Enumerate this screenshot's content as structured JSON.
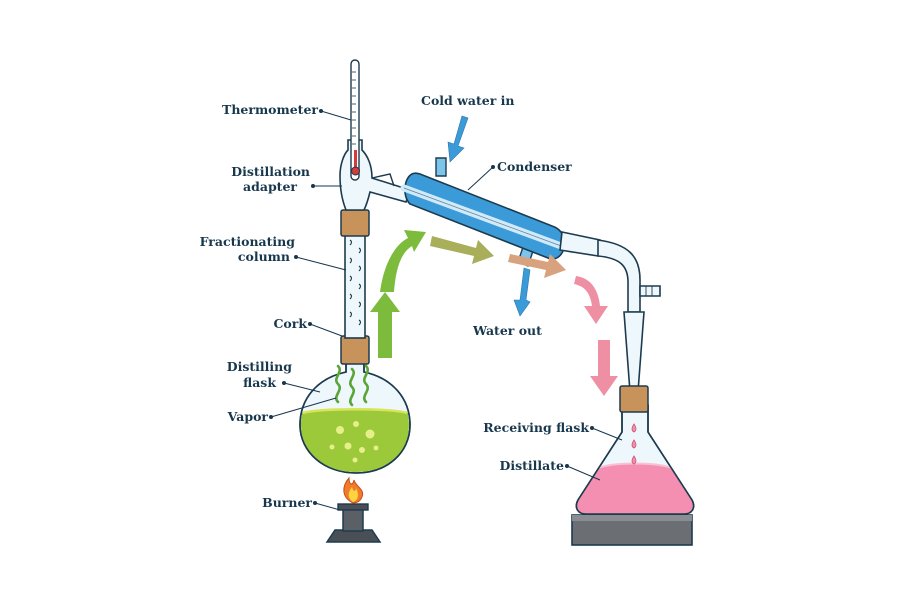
{
  "labels": {
    "thermometer": "Thermometer",
    "distillation_adapter_line1": "Distillation",
    "distillation_adapter_line2": "adapter",
    "fractionating_column_line1": "Fractionating",
    "fractionating_column_line2": "column",
    "cork": "Cork",
    "distilling_flask_line1": "Distilling",
    "distilling_flask_line2": "flask",
    "vapor": "Vapor",
    "burner": "Burner",
    "cold_water_in": "Cold water in",
    "condenser": "Condenser",
    "water_out": "Water out",
    "receiving_flask": "Receiving flask",
    "distillate": "Distillate"
  },
  "colors": {
    "outline": "#1d3b4f",
    "label_text": "#17374d",
    "glass_fill": "#eef7fb",
    "condenser_blue": "#3a9bd8",
    "condenser_light": "#7cc4ec",
    "cork_brown": "#c8935a",
    "liquid_green": "#9bc93a",
    "vapor_green": "#5aa537",
    "arrow_green": "#7dbb3c",
    "arrow_olive": "#a8ae5a",
    "arrow_tan": "#d9a27e",
    "arrow_pink": "#ef8fa3",
    "distillate_pink": "#f48fb1",
    "flame_orange": "#f07b2a",
    "flame_yellow": "#ffd23f",
    "burner_gray": "#4a4f55",
    "stand_gray": "#6b6f74"
  }
}
